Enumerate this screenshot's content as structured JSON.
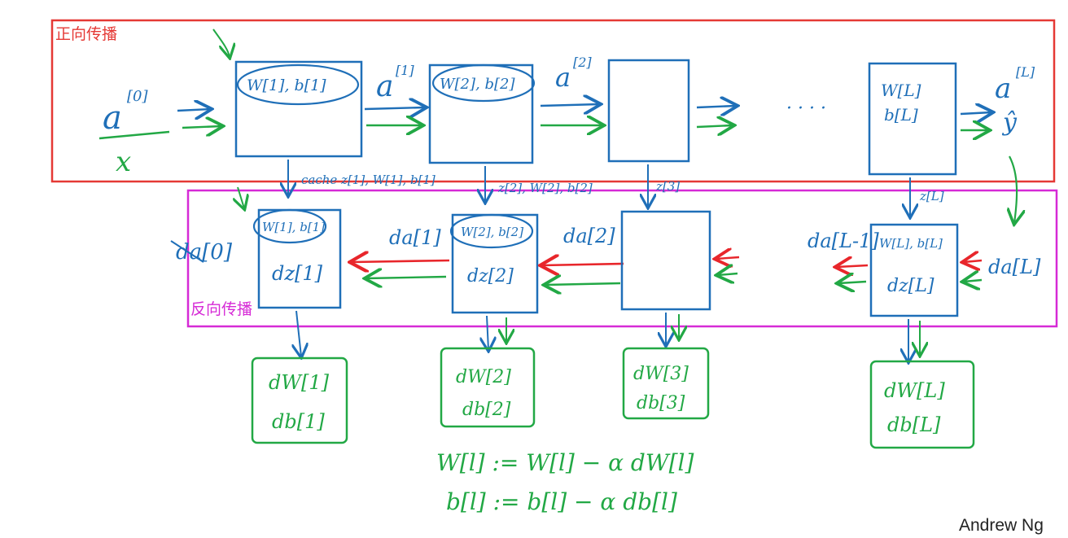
{
  "regions": {
    "forward_label": "正向传播",
    "backward_label": "反向传播"
  },
  "forward": {
    "a0": "a",
    "a0_sup": "[0]",
    "x": "x",
    "a1": "a",
    "a1_sup": "[1]",
    "a2": "a",
    "a2_sup": "[2]",
    "aL": "a",
    "aL_sup": "[L]",
    "yhat": "ŷ",
    "dots": "· · · ·",
    "box1_params": "W[1], b[1]",
    "box2_params": "W[2], b[2]",
    "boxL_w": "W[L]",
    "boxL_b": "b[L]"
  },
  "cache": {
    "c1": "cache z[1], W[1], b[1]",
    "c2": "z[2], W[2], b[2]",
    "c3": "z[3]",
    "cL": "z[L]"
  },
  "backward": {
    "da0": "da[0]",
    "da1": "da[1]",
    "da2": "da[2]",
    "daL1": "da[L-1]",
    "daL": "da[L]",
    "b1_params": "W[1], b[1]",
    "b1_dz": "dz[1]",
    "b2_params": "W[2], b[2]",
    "b2_dz": "dz[2]",
    "bL_params": "W[L], b[L]",
    "bL_dz": "dz[L]"
  },
  "grads": {
    "g1_w": "dW[1]",
    "g1_b": "db[1]",
    "g2_w": "dW[2]",
    "g2_b": "db[2]",
    "g3_w": "dW[3]",
    "g3_b": "db[3]",
    "gL_w": "dW[L]",
    "gL_b": "db[L]"
  },
  "update": {
    "w_rule": "W[l] := W[l] − α dW[l]",
    "b_rule": "b[l] := b[l] − α db[l]"
  },
  "credit": "Andrew Ng",
  "colors": {
    "blue": "#1f6fb8",
    "green": "#22a845",
    "red": "#e8262b",
    "forward_box": "#e53935",
    "backward_box": "#d62ad6"
  }
}
